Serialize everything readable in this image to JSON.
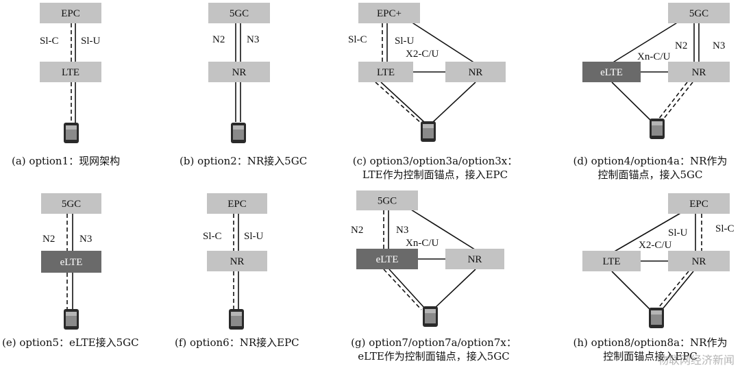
{
  "panels": {
    "a": {
      "caption_line1": "(a) option1：现网架构",
      "nodes": {
        "core": "EPC",
        "ran": "LTE"
      },
      "links": {
        "control": "Sl-C",
        "user": "Sl-U"
      }
    },
    "b": {
      "caption_line1": "(b) option2：NR接入5GC",
      "nodes": {
        "core": "5GC",
        "ran": "NR"
      },
      "links": {
        "control": "N2",
        "user": "N3"
      }
    },
    "c": {
      "caption_line1": "(c) option3/option3a/option3x：",
      "caption_line2": "LTE作为控制面锚点，接入EPC",
      "nodes": {
        "core": "EPC+",
        "ran_anchor": "LTE",
        "ran_secondary": "NR"
      },
      "links": {
        "control": "Sl-C",
        "user": "Sl-U",
        "inter_node": "X2-C/U"
      }
    },
    "d": {
      "caption_line1": "(d) option4/option4a：NR作为",
      "caption_line2": "控制面锚点，接入5GC",
      "nodes": {
        "core": "5GC",
        "ran_secondary": "eLTE",
        "ran_anchor": "NR"
      },
      "links": {
        "control": "N2",
        "user": "N3",
        "inter_node": "Xn-C/U"
      }
    },
    "e": {
      "caption_line1": "(e) option5：eLTE接入5GC",
      "nodes": {
        "core": "5GC",
        "ran": "eLTE"
      },
      "links": {
        "control": "N2",
        "user": "N3"
      }
    },
    "f": {
      "caption_line1": "(f) option6：NR接入EPC",
      "nodes": {
        "core": "EPC",
        "ran": "NR"
      },
      "links": {
        "control": "Sl-C",
        "user": "Sl-U"
      }
    },
    "g": {
      "caption_line1": "(g) option7/option7a/option7x：",
      "caption_line2": "eLTE作为控制面锚点，接入5GC",
      "nodes": {
        "core": "5GC",
        "ran_anchor": "eLTE",
        "ran_secondary": "NR"
      },
      "links": {
        "control": "N2",
        "user": "N3",
        "inter_node": "Xn-C/U"
      }
    },
    "h": {
      "caption_line1": "(h) option8/option8a：NR作为",
      "caption_line2": "控制面锚点接入EPC",
      "nodes": {
        "core": "EPC",
        "ran_secondary": "LTE",
        "ran_anchor": "NR"
      },
      "links": {
        "control": "Sl-C",
        "user": "Sl-U",
        "inter_node": "X2-C/U"
      }
    }
  },
  "watermark": "物联网经济新闻",
  "colors": {
    "box_light": "#c3c3c3",
    "box_dark": "#6a6a6a",
    "line": "#111111",
    "device": "#2a2a2a"
  }
}
